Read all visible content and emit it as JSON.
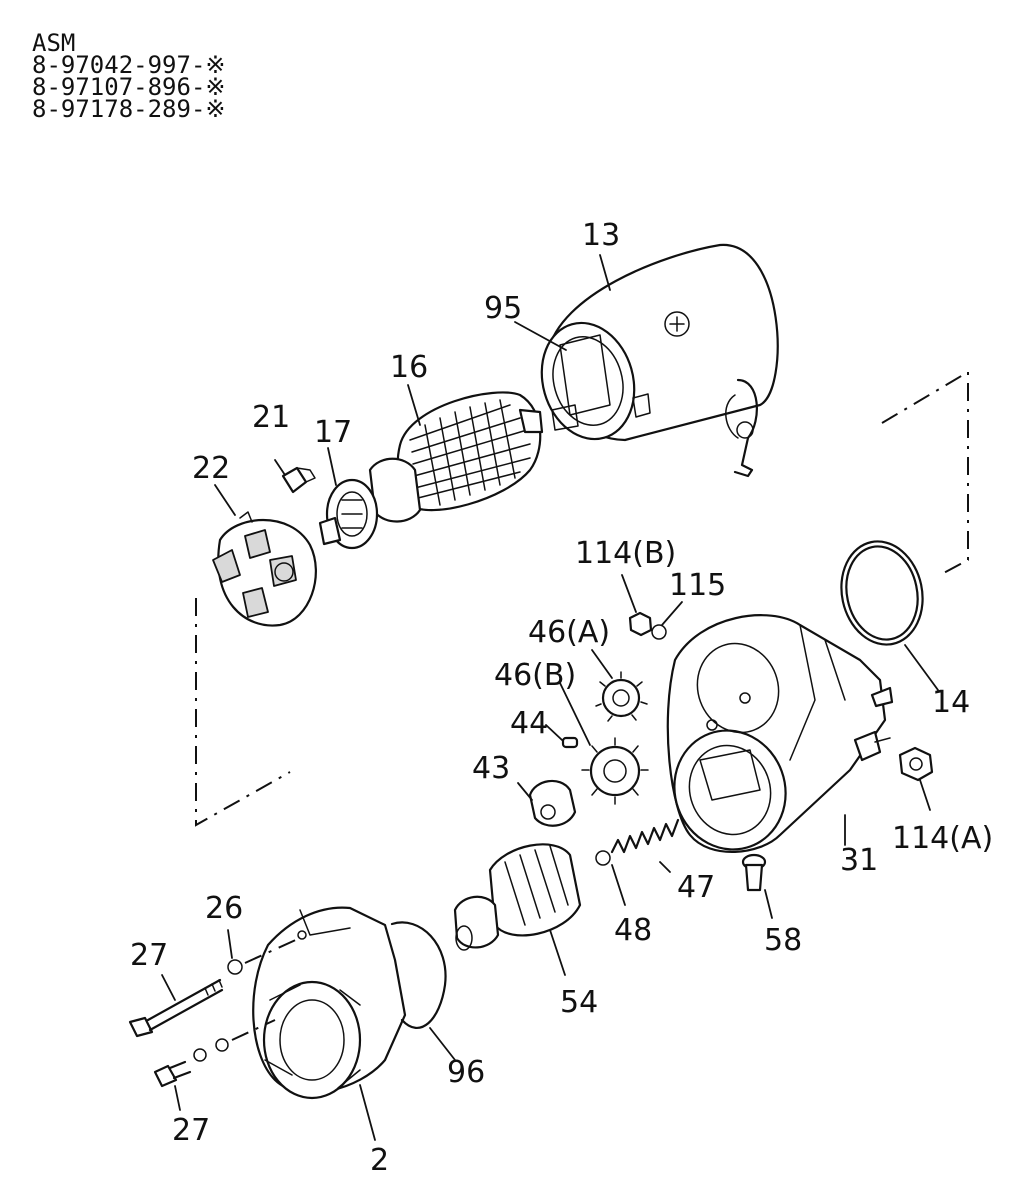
{
  "header": {
    "title": "ASM",
    "part_numbers": [
      "8-97042-997-※",
      "8-97107-896-※",
      "8-97178-289-※"
    ]
  },
  "callouts": {
    "c13": "13",
    "c95": "95",
    "c16": "16",
    "c21": "21",
    "c17": "17",
    "c22": "22",
    "c114b": "114(B)",
    "c115": "115",
    "c46a": "46(A)",
    "c46b": "46(B)",
    "c44": "44",
    "c43": "43",
    "c14": "14",
    "c114a": "114(A)",
    "c31": "31",
    "c47": "47",
    "c48": "48",
    "c58": "58",
    "c26": "26",
    "c27a": "27",
    "c27b": "27",
    "c54": "54",
    "c96": "96",
    "c2": "2"
  }
}
